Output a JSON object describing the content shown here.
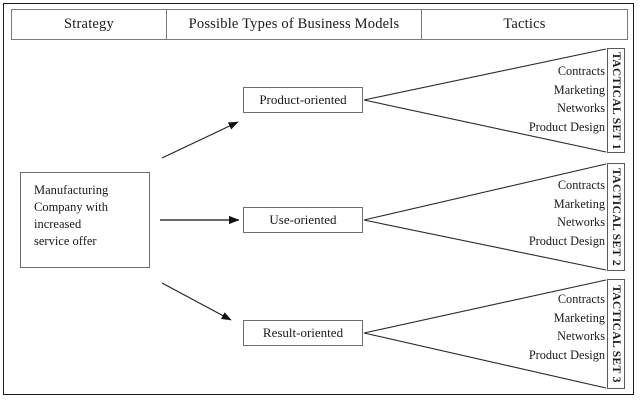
{
  "header": {
    "columns": [
      {
        "label": "Strategy"
      },
      {
        "label": "Possible Types of Business Models"
      },
      {
        "label": "Tactics"
      }
    ]
  },
  "strategy": {
    "lines": [
      "Manufacturing",
      "Company with",
      "increased",
      "service offer"
    ]
  },
  "models": [
    {
      "label": "Product-oriented"
    },
    {
      "label": "Use-oriented"
    },
    {
      "label": "Result-oriented"
    }
  ],
  "tactic_sets": [
    {
      "set_label": "TACTICAL SET 1",
      "items": [
        "Contracts",
        "Marketing",
        "Networks",
        "Product Design"
      ]
    },
    {
      "set_label": "TACTICAL SET 2",
      "items": [
        "Contracts",
        "Marketing",
        "Networks",
        "Product Design"
      ]
    },
    {
      "set_label": "TACTICAL SET 3",
      "items": [
        "Contracts",
        "Marketing",
        "Networks",
        "Product Design"
      ]
    }
  ],
  "colors": {
    "line": "#1a1a1a",
    "box_border": "#6e6e6e",
    "table_border": "#7a7a7a",
    "background": "#ffffff",
    "text": "#1a1a1a"
  }
}
